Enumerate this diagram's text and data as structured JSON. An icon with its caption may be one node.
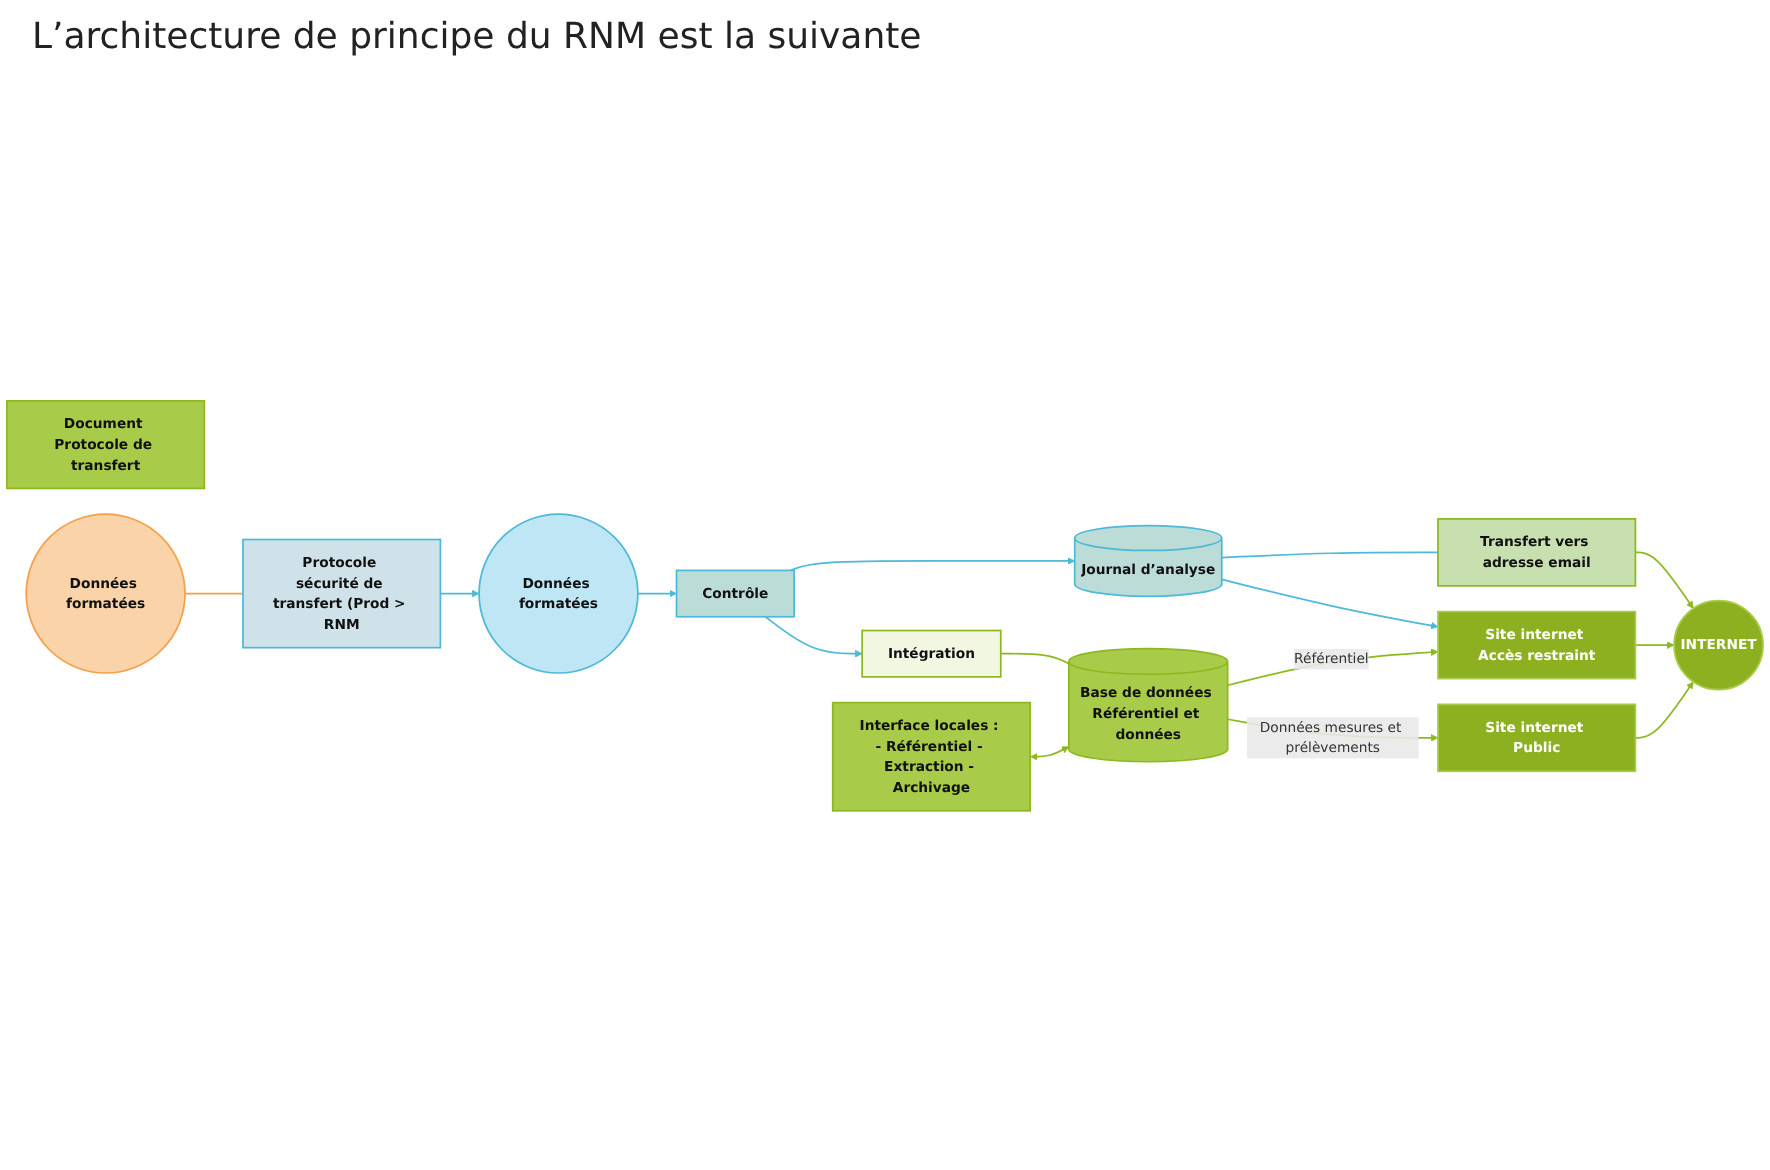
{
  "diagram": {
    "title": "L’architecture de principe du RNM est la suivante",
    "nodes": [
      {
        "text": [
          "Document Protocole de transfert"
        ]
      },
      {
        "text": [
          "Données formatées"
        ]
      },
      {
        "text": [
          "Protocole sécurité de transfert (Prod > RNM"
        ]
      },
      {
        "text": [
          "Données formatées"
        ]
      },
      {
        "text": [
          "Contrôle"
        ]
      },
      {
        "text": [
          "Intégration"
        ]
      },
      {
        "text": [
          "Interface locales : - Référentiel - Extraction - Archivage"
        ]
      },
      {
        "text": [
          "Base de données Référentiel et données"
        ]
      },
      {
        "text": [
          "INTERNET"
        ]
      },
      {
        "text": [
          "Transfert vers adresse email"
        ]
      },
      {
        "text": [
          "Journal d’analyse"
        ]
      },
      {
        "text": [
          "Site internet Accès restraint"
        ]
      },
      {
        "text": [
          "Site internet Public"
        ]
      }
    ],
    "edges": [
      {
        "from": 1,
        "to": 2,
        "arrow": "none",
        "color": "#f4a04a"
      },
      {
        "from": 2,
        "to": 3,
        "arrow": "to",
        "color": "#4db8d8"
      },
      {
        "from": 3,
        "to": 4,
        "arrow": "to",
        "color": "#4db8d8"
      },
      {
        "from": 4,
        "to": 5,
        "arrow": "to",
        "color": "#4db8d8"
      },
      {
        "from": 5,
        "to": 7,
        "arrow": "none"
      },
      {
        "from": 6,
        "to": 7,
        "arrow": "both"
      },
      {
        "from": 4,
        "to": 10,
        "arrow": "to",
        "color": "#4db8d8"
      },
      {
        "from": 10,
        "to": 9,
        "arrow": "none",
        "color": "#4db8d8"
      },
      {
        "from": 9,
        "to": 8,
        "arrow": "to"
      },
      {
        "from": 10,
        "to": 11,
        "arrow": "to",
        "color": "#4db8d8"
      },
      {
        "from": 7,
        "to": 11,
        "arrow": "to",
        "label": "Référentiel"
      },
      {
        "from": 7,
        "to": 12,
        "arrow": "to",
        "label": "Données mesures et prélèvements"
      },
      {
        "from": 11,
        "to": 8,
        "arrow": "to"
      },
      {
        "from": 12,
        "to": 8,
        "arrow": "to"
      }
    ]
  }
}
